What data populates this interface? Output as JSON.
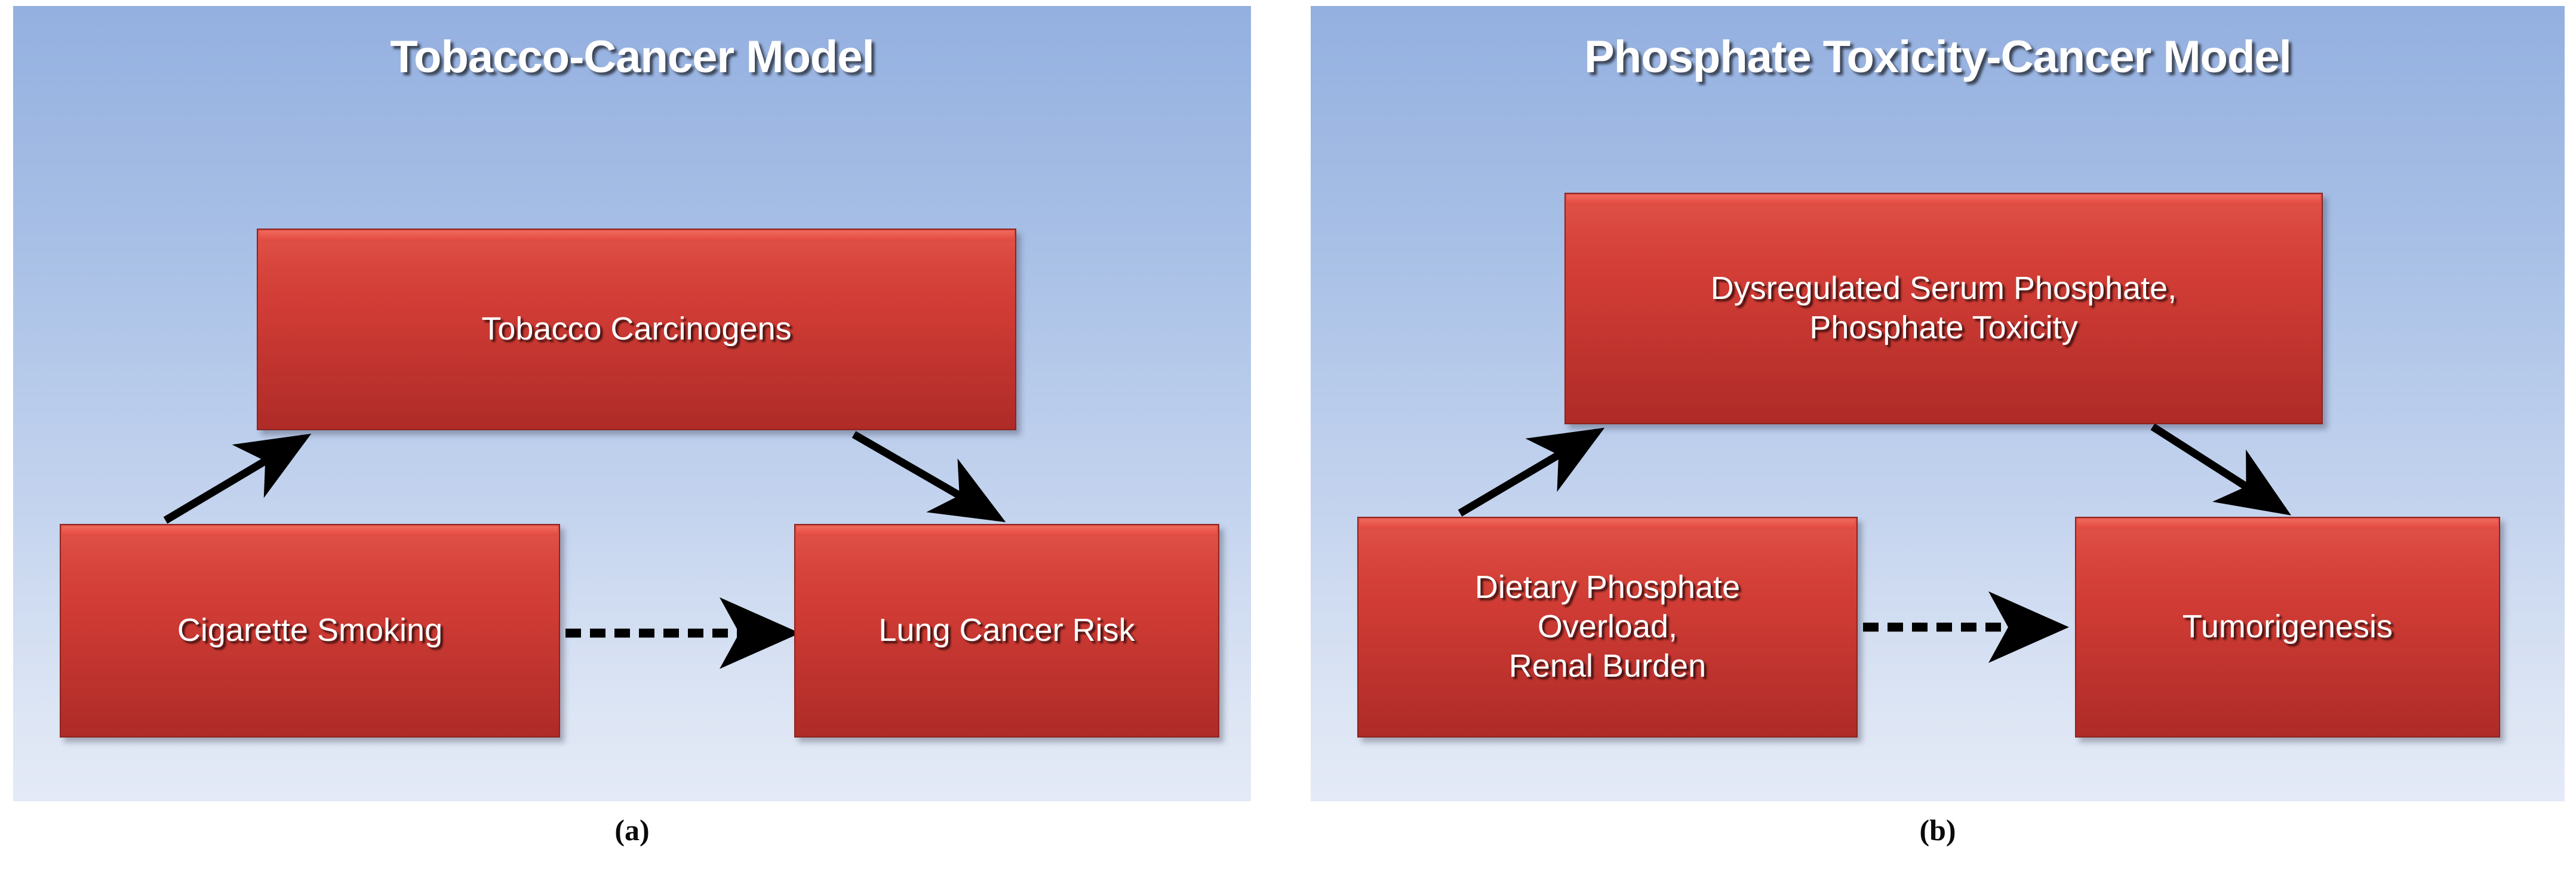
{
  "figure": {
    "panels": [
      {
        "id": "a",
        "caption": "(a)",
        "title": "Tobacco-Cancer Model",
        "nodes": {
          "top": "Tobacco Carcinogens",
          "bottom_left": "Cigarette Smoking",
          "bottom_right": "Lung Cancer Risk"
        },
        "edges": [
          {
            "from": "Cigarette Smoking",
            "to": "Tobacco Carcinogens",
            "style": "solid",
            "arrow": "filled"
          },
          {
            "from": "Tobacco Carcinogens",
            "to": "Lung Cancer Risk",
            "style": "solid",
            "arrow": "filled"
          },
          {
            "from": "Cigarette Smoking",
            "to": "Lung Cancer Risk",
            "style": "dashed",
            "arrow": "filled"
          }
        ]
      },
      {
        "id": "b",
        "caption": "(b)",
        "title": "Phosphate Toxicity-Cancer Model",
        "nodes": {
          "top_line1": "Dysregulated Serum Phosphate,",
          "top_line2": "Phosphate Toxicity",
          "bottom_left_line1": "Dietary Phosphate",
          "bottom_left_line2": "Overload,",
          "bottom_left_line3": "Renal Burden",
          "bottom_right": "Tumorigenesis"
        },
        "edges": [
          {
            "from": "Dietary Phosphate Overload, Renal Burden",
            "to": "Dysregulated Serum Phosphate, Phosphate Toxicity",
            "style": "solid",
            "arrow": "filled"
          },
          {
            "from": "Dysregulated Serum Phosphate, Phosphate Toxicity",
            "to": "Tumorigenesis",
            "style": "solid",
            "arrow": "filled"
          },
          {
            "from": "Dietary Phosphate Overload, Renal Burden",
            "to": "Tumorigenesis",
            "style": "dashed",
            "arrow": "filled"
          }
        ]
      }
    ],
    "colors": {
      "node_fill_top": "#e2544a",
      "node_fill_bottom": "#ae2b27",
      "node_border": "#8d2420",
      "node_bevel": "#f06a5e",
      "panel_background_top": "#94b0e0",
      "panel_background_bottom": "#e4eaf7",
      "title_text": "#ffffff",
      "node_text": "#ffffff",
      "edge_stroke": "#000000",
      "caption_text": "#0a0a0a"
    }
  }
}
